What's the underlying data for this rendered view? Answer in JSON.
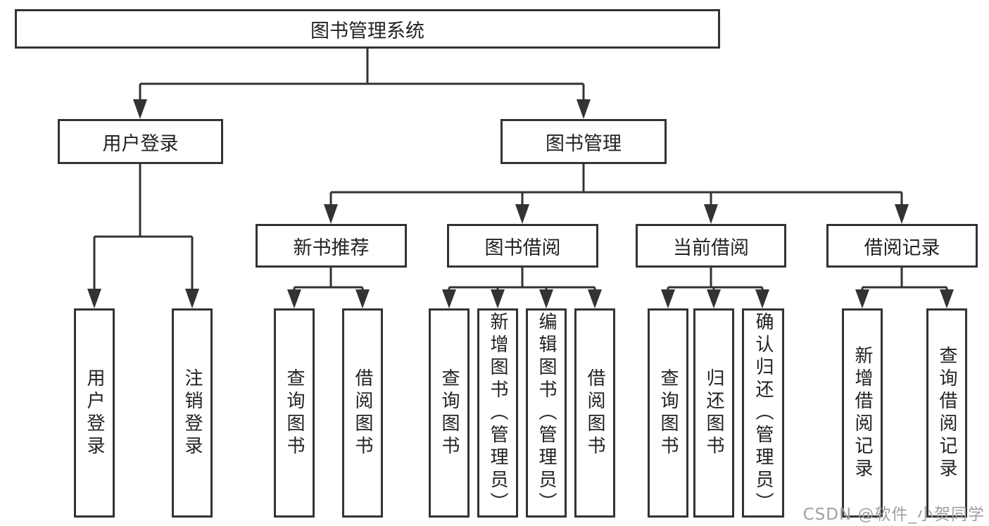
{
  "colors": {
    "line": "#333333",
    "box_border": "#333333",
    "text": "#222222",
    "background": "#ffffff",
    "watermark": "#a0a0a0"
  },
  "watermark": {
    "text": "CSDN @软件_小贺同学"
  },
  "tree": {
    "root": {
      "label": "图书管理系统"
    },
    "branches": {
      "user_login": {
        "label": "用户登录",
        "children": [
          {
            "label": "用户登录"
          },
          {
            "label": "注销登录"
          }
        ]
      },
      "book_management": {
        "label": "图书管理",
        "children": {
          "new_book_recommend": {
            "label": "新书推荐",
            "children": [
              {
                "label": "查询图书"
              },
              {
                "label": "借阅图书"
              }
            ]
          },
          "book_borrow": {
            "label": "图书借阅",
            "children": [
              {
                "label": "查询图书"
              },
              {
                "label": "新增图书（管理员）"
              },
              {
                "label": "编辑图书（管理员）"
              },
              {
                "label": "借阅图书"
              }
            ]
          },
          "current_borrow": {
            "label": "当前借阅",
            "children": [
              {
                "label": "查询图书"
              },
              {
                "label": "归还图书"
              },
              {
                "label": "确认归还（管理员）"
              }
            ]
          },
          "borrow_records": {
            "label": "借阅记录",
            "children": [
              {
                "label": "新增借阅记录"
              },
              {
                "label": "查询借阅记录"
              }
            ]
          }
        }
      }
    }
  }
}
